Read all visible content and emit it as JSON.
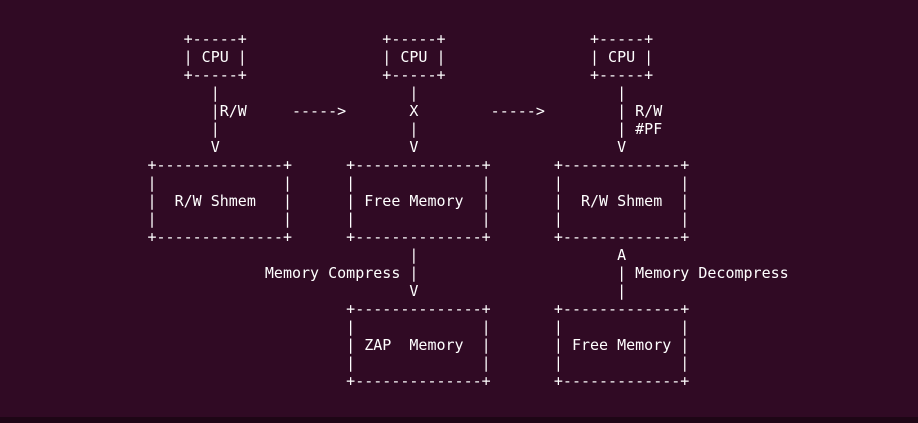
{
  "terminal": {
    "background_color": "#300a24",
    "foreground_color": "#ffffff",
    "bottom_edge_color": "#1e0616"
  },
  "diagram": {
    "ascii_lines": [
      "                    +-----+               +-----+                +-----+",
      "                    | CPU |               | CPU |                | CPU |",
      "                    +-----+               +-----+                +-----+",
      "                       |                     |                      |",
      "                       |R/W     ----->       X        ----->        | R/W",
      "                       |                     |                      | #PF",
      "                       V                     V                      V",
      "                +--------------+      +--------------+       +-------------+",
      "                |              |      |              |       |             |",
      "                |  R/W Shmem   |      | Free Memory  |       |  R/W Shmem  |",
      "                |              |      |              |       |             |",
      "                +--------------+      +--------------+       +-------------+",
      "                                             |                      A",
      "                             Memory Compress |                      | Memory Decompress",
      "                                             V                      |",
      "                                      +--------------+       +-------------+",
      "                                      |              |       |             |",
      "                                      | ZAP  Memory  |       | Free Memory |",
      "                                      |              |       |             |",
      "                                      +--------------+       +-------------+"
    ],
    "semantics": {
      "top_nodes": [
        "CPU",
        "CPU",
        "CPU"
      ],
      "middle_nodes": [
        "R/W Shmem",
        "Free Memory",
        "R/W Shmem"
      ],
      "bottom_nodes": [
        "ZAP  Memory",
        "Free Memory"
      ],
      "vertical_edge_labels": [
        "R/W",
        "X",
        "R/W #PF"
      ],
      "horizontal_arrows": [
        "----->",
        "----->"
      ],
      "down_flow_label": "Memory Compress",
      "up_flow_label": "Memory Decompress"
    }
  }
}
